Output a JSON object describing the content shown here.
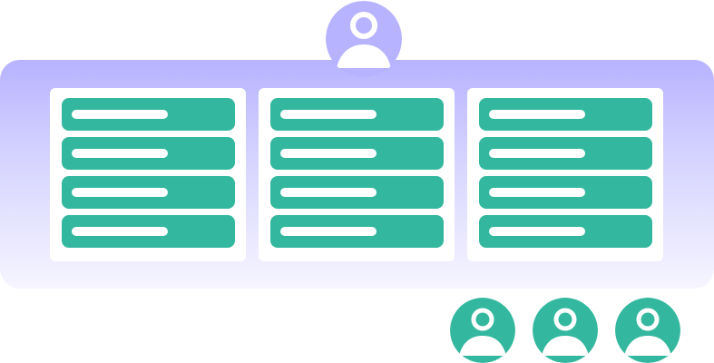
{
  "colors": {
    "board_top": "#b7b3ff",
    "board_bottom": "#f6f5ff",
    "row_fill": "#33b89f",
    "row_bar": "#ffffff",
    "host_avatar": "#b7b3ff",
    "member_avatar": "#33b89f"
  },
  "host": {
    "icon": "user-avatar-icon"
  },
  "columns": [
    {
      "rows": 4
    },
    {
      "rows": 4
    },
    {
      "rows": 4
    }
  ],
  "members": [
    {
      "icon": "user-avatar-icon"
    },
    {
      "icon": "user-avatar-icon"
    },
    {
      "icon": "user-avatar-icon"
    }
  ]
}
